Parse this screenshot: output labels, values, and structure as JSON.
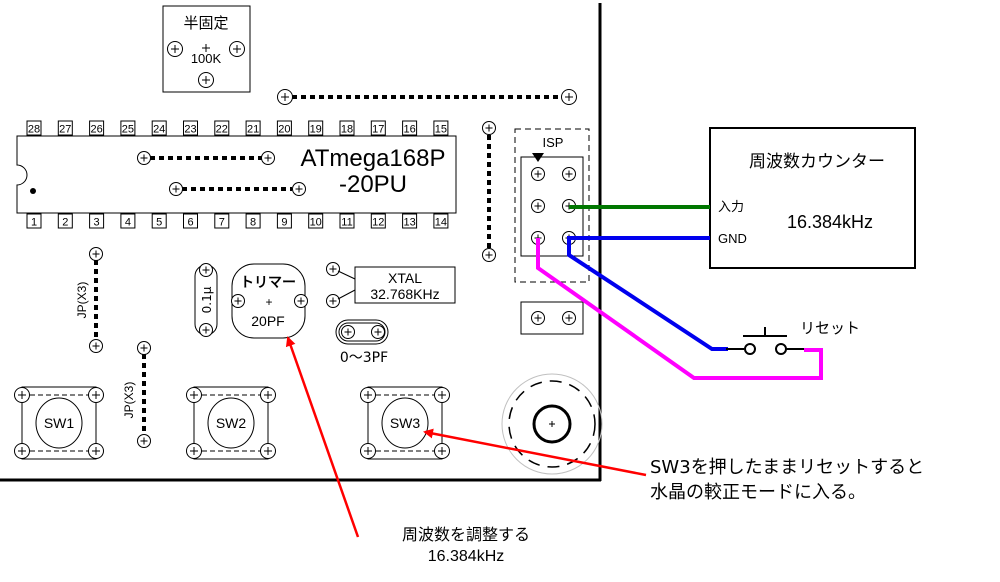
{
  "trimmer_pot": {
    "title": "半固定",
    "value": "100K"
  },
  "ic": {
    "name": "ATmega168P",
    "variant": "-20PU",
    "top_pins": [
      "28",
      "27",
      "26",
      "25",
      "24",
      "23",
      "22",
      "21",
      "20",
      "19",
      "18",
      "17",
      "16",
      "15"
    ],
    "bottom_pins": [
      "1",
      "2",
      "3",
      "4",
      "5",
      "6",
      "7",
      "8",
      "9",
      "10",
      "11",
      "12",
      "13",
      "14"
    ]
  },
  "isp": {
    "label": "ISP"
  },
  "counter": {
    "title": "周波数カウンター",
    "input_label": "入力",
    "gnd_label": "GND",
    "reading": "16.384kHz"
  },
  "jumpers": [
    {
      "label": "JP(X3)"
    },
    {
      "label": "JP(X3)"
    }
  ],
  "capacitor": {
    "label": "0.1μ"
  },
  "trimmer_cap": {
    "title": "トリマー",
    "center": "+",
    "value": "20PF"
  },
  "crystal": {
    "name": "XTAL",
    "freq": "32.768KHz"
  },
  "small_cap": {
    "label": "0〜3PF"
  },
  "switches": [
    {
      "label": "SW1"
    },
    {
      "label": "SW2"
    },
    {
      "label": "SW3"
    }
  ],
  "reset_switch": {
    "label": "リセット"
  },
  "annotations": {
    "sw3_note_line1_a": "SW3",
    "sw3_note_line1_b": "を押したままリセットすると",
    "sw3_note_line2": "水晶の較正モードに入る。",
    "trimmer_note_line1": "周波数を調整する",
    "trimmer_note_line2": "16.384kHz"
  },
  "colors": {
    "green_wire": "#007700",
    "blue_wire": "#0000ee",
    "magenta_wire": "#ff00ff",
    "arrow": "#ff0000"
  }
}
